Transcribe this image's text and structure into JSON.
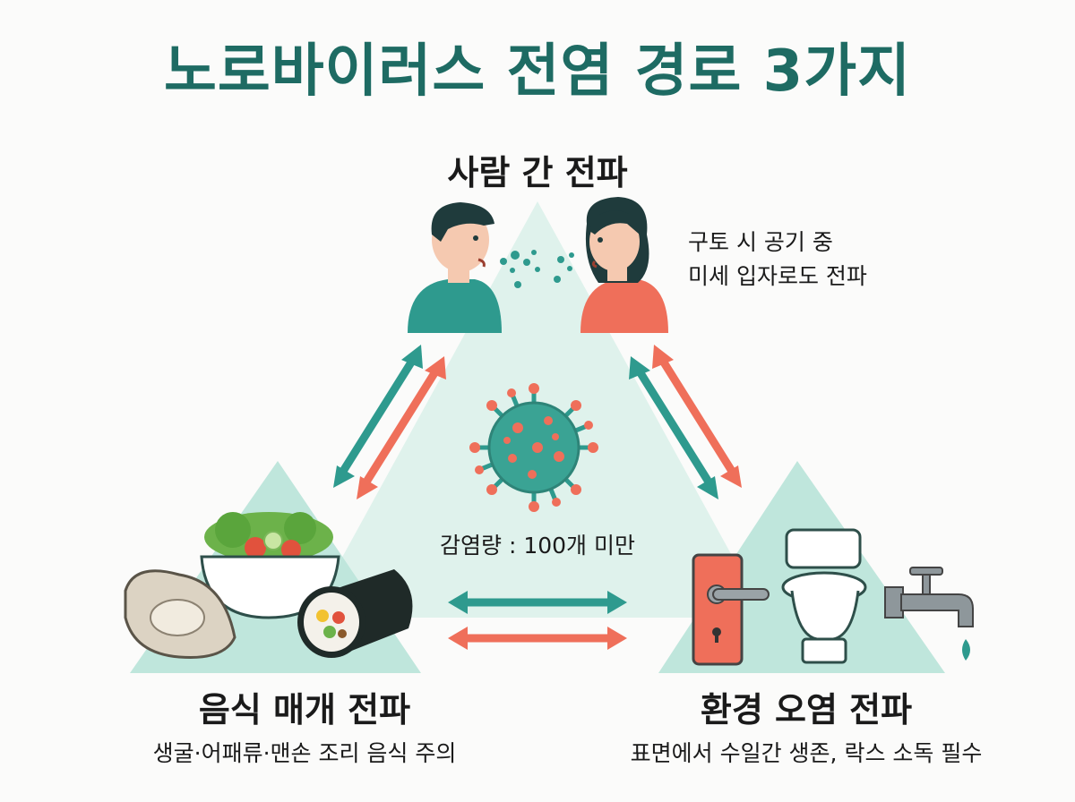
{
  "title": "노로바이러스 전염 경로 3가지",
  "routes": {
    "person": {
      "label": "사람 간 전파",
      "note_line1": "구토 시 공기 중",
      "note_line2": "미세 입자로도 전파"
    },
    "food": {
      "label": "음식 매개 전파",
      "desc": "생굴·어패류·맨손 조리 음식 주의"
    },
    "environment": {
      "label": "환경 오염 전파",
      "desc": "표면에서 수일간 생존, 락스 소독 필수"
    }
  },
  "virus": {
    "caption": "감염량 : 100개 미만"
  },
  "colors": {
    "teal": "#2e9a8e",
    "coral": "#ef6f5a",
    "title": "#1e6b63",
    "triangle": "#d9efe9"
  },
  "icons": [
    "man-icon",
    "woman-icon",
    "virus-icon",
    "salad-icon",
    "oyster-icon",
    "kimbap-icon",
    "door-handle-icon",
    "toilet-icon",
    "faucet-icon"
  ]
}
